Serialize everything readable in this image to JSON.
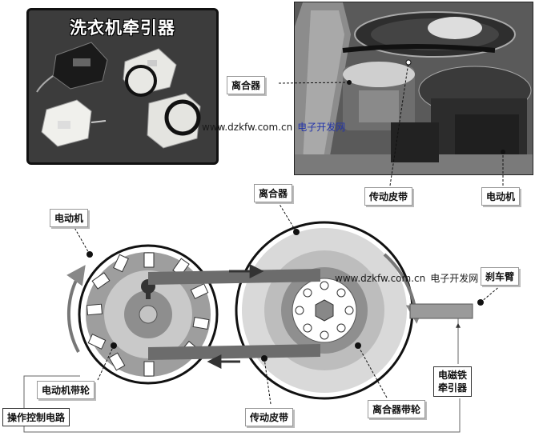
{
  "left_photo": {
    "title": "洗衣机牵引器"
  },
  "watermark_top": {
    "url": "www.dzkfw.com.cn",
    "site": "电子开发网"
  },
  "watermark_middle": {
    "url": "www.dzkfw.com.cn",
    "site": "电子开发网"
  },
  "photo_labels": {
    "clutch": "离合器",
    "belt": "传动皮带",
    "motor": "电动机"
  },
  "diagram_labels": {
    "clutch": "离合器",
    "motor": "电动机",
    "brake_arm": "刹车臂",
    "motor_pulley": "电动机带轮",
    "control_circuit": "操作控制电路",
    "belt": "传动皮带",
    "clutch_pulley": "离合器带轮",
    "electromagnet_puller": "电磁铁\n牵引器"
  }
}
